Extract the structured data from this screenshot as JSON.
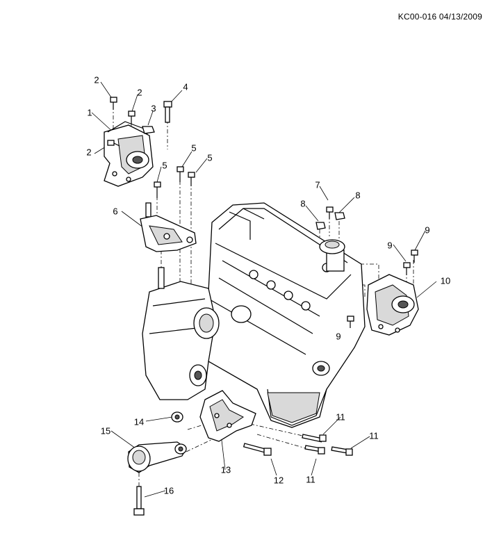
{
  "header": {
    "document_id": "KC00-016 04/13/2009"
  },
  "callouts": {
    "c1": "1",
    "c2a": "2",
    "c2b": "2",
    "c2c": "2",
    "c3": "3",
    "c4": "4",
    "c5a": "5",
    "c5b": "5",
    "c5c": "5",
    "c6": "6",
    "c7": "7",
    "c8a": "8",
    "c8b": "8",
    "c9a": "9",
    "c9b": "9",
    "c9c": "9",
    "c10": "10",
    "c11a": "11",
    "c11b": "11",
    "c11c": "11",
    "c12": "12",
    "c13": "13",
    "c14": "14",
    "c15": "15",
    "c16": "16"
  }
}
